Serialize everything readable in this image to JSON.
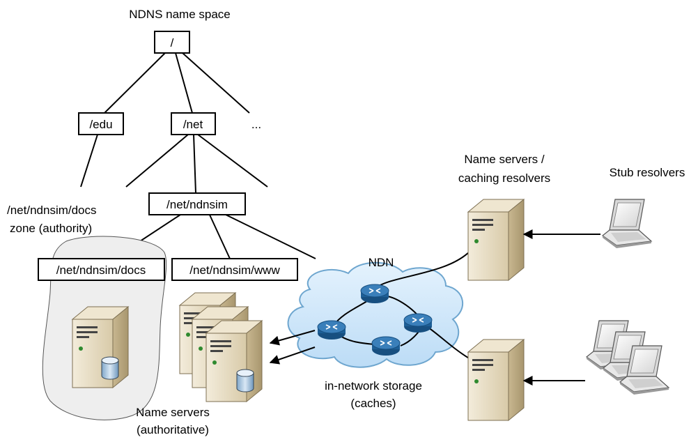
{
  "title": "NDNS name space",
  "tree": {
    "root": "/",
    "edu": "/edu",
    "net": "/net",
    "ellipsis_top": "...",
    "ndnsim": "/net/ndnsim",
    "docs": "/net/ndnsim/docs",
    "www": "/net/ndnsim/www",
    "ellipsis_bottom": "..."
  },
  "zone_label": [
    "/net/ndnsim/docs",
    "zone (authority)"
  ],
  "authoritative_label": [
    "Name servers",
    "(authoritative)"
  ],
  "cloud_label": "NDN",
  "storage_label": [
    "in-network storage",
    "(caches)"
  ],
  "resolvers_label": [
    "Name servers /",
    "caching resolvers"
  ],
  "stub_label": "Stub resolvers",
  "colors": {
    "cloud_fill": "#cfe6f9",
    "cloud_stroke": "#6ea6cf",
    "router": "#1d5f97",
    "zone_fill": "#eeeeee",
    "server_face": "#e9dfc9",
    "server_side": "#b9a98a"
  },
  "icons": [
    "server-icon",
    "database-icon",
    "router-icon",
    "laptop-icon",
    "cloud-icon"
  ]
}
